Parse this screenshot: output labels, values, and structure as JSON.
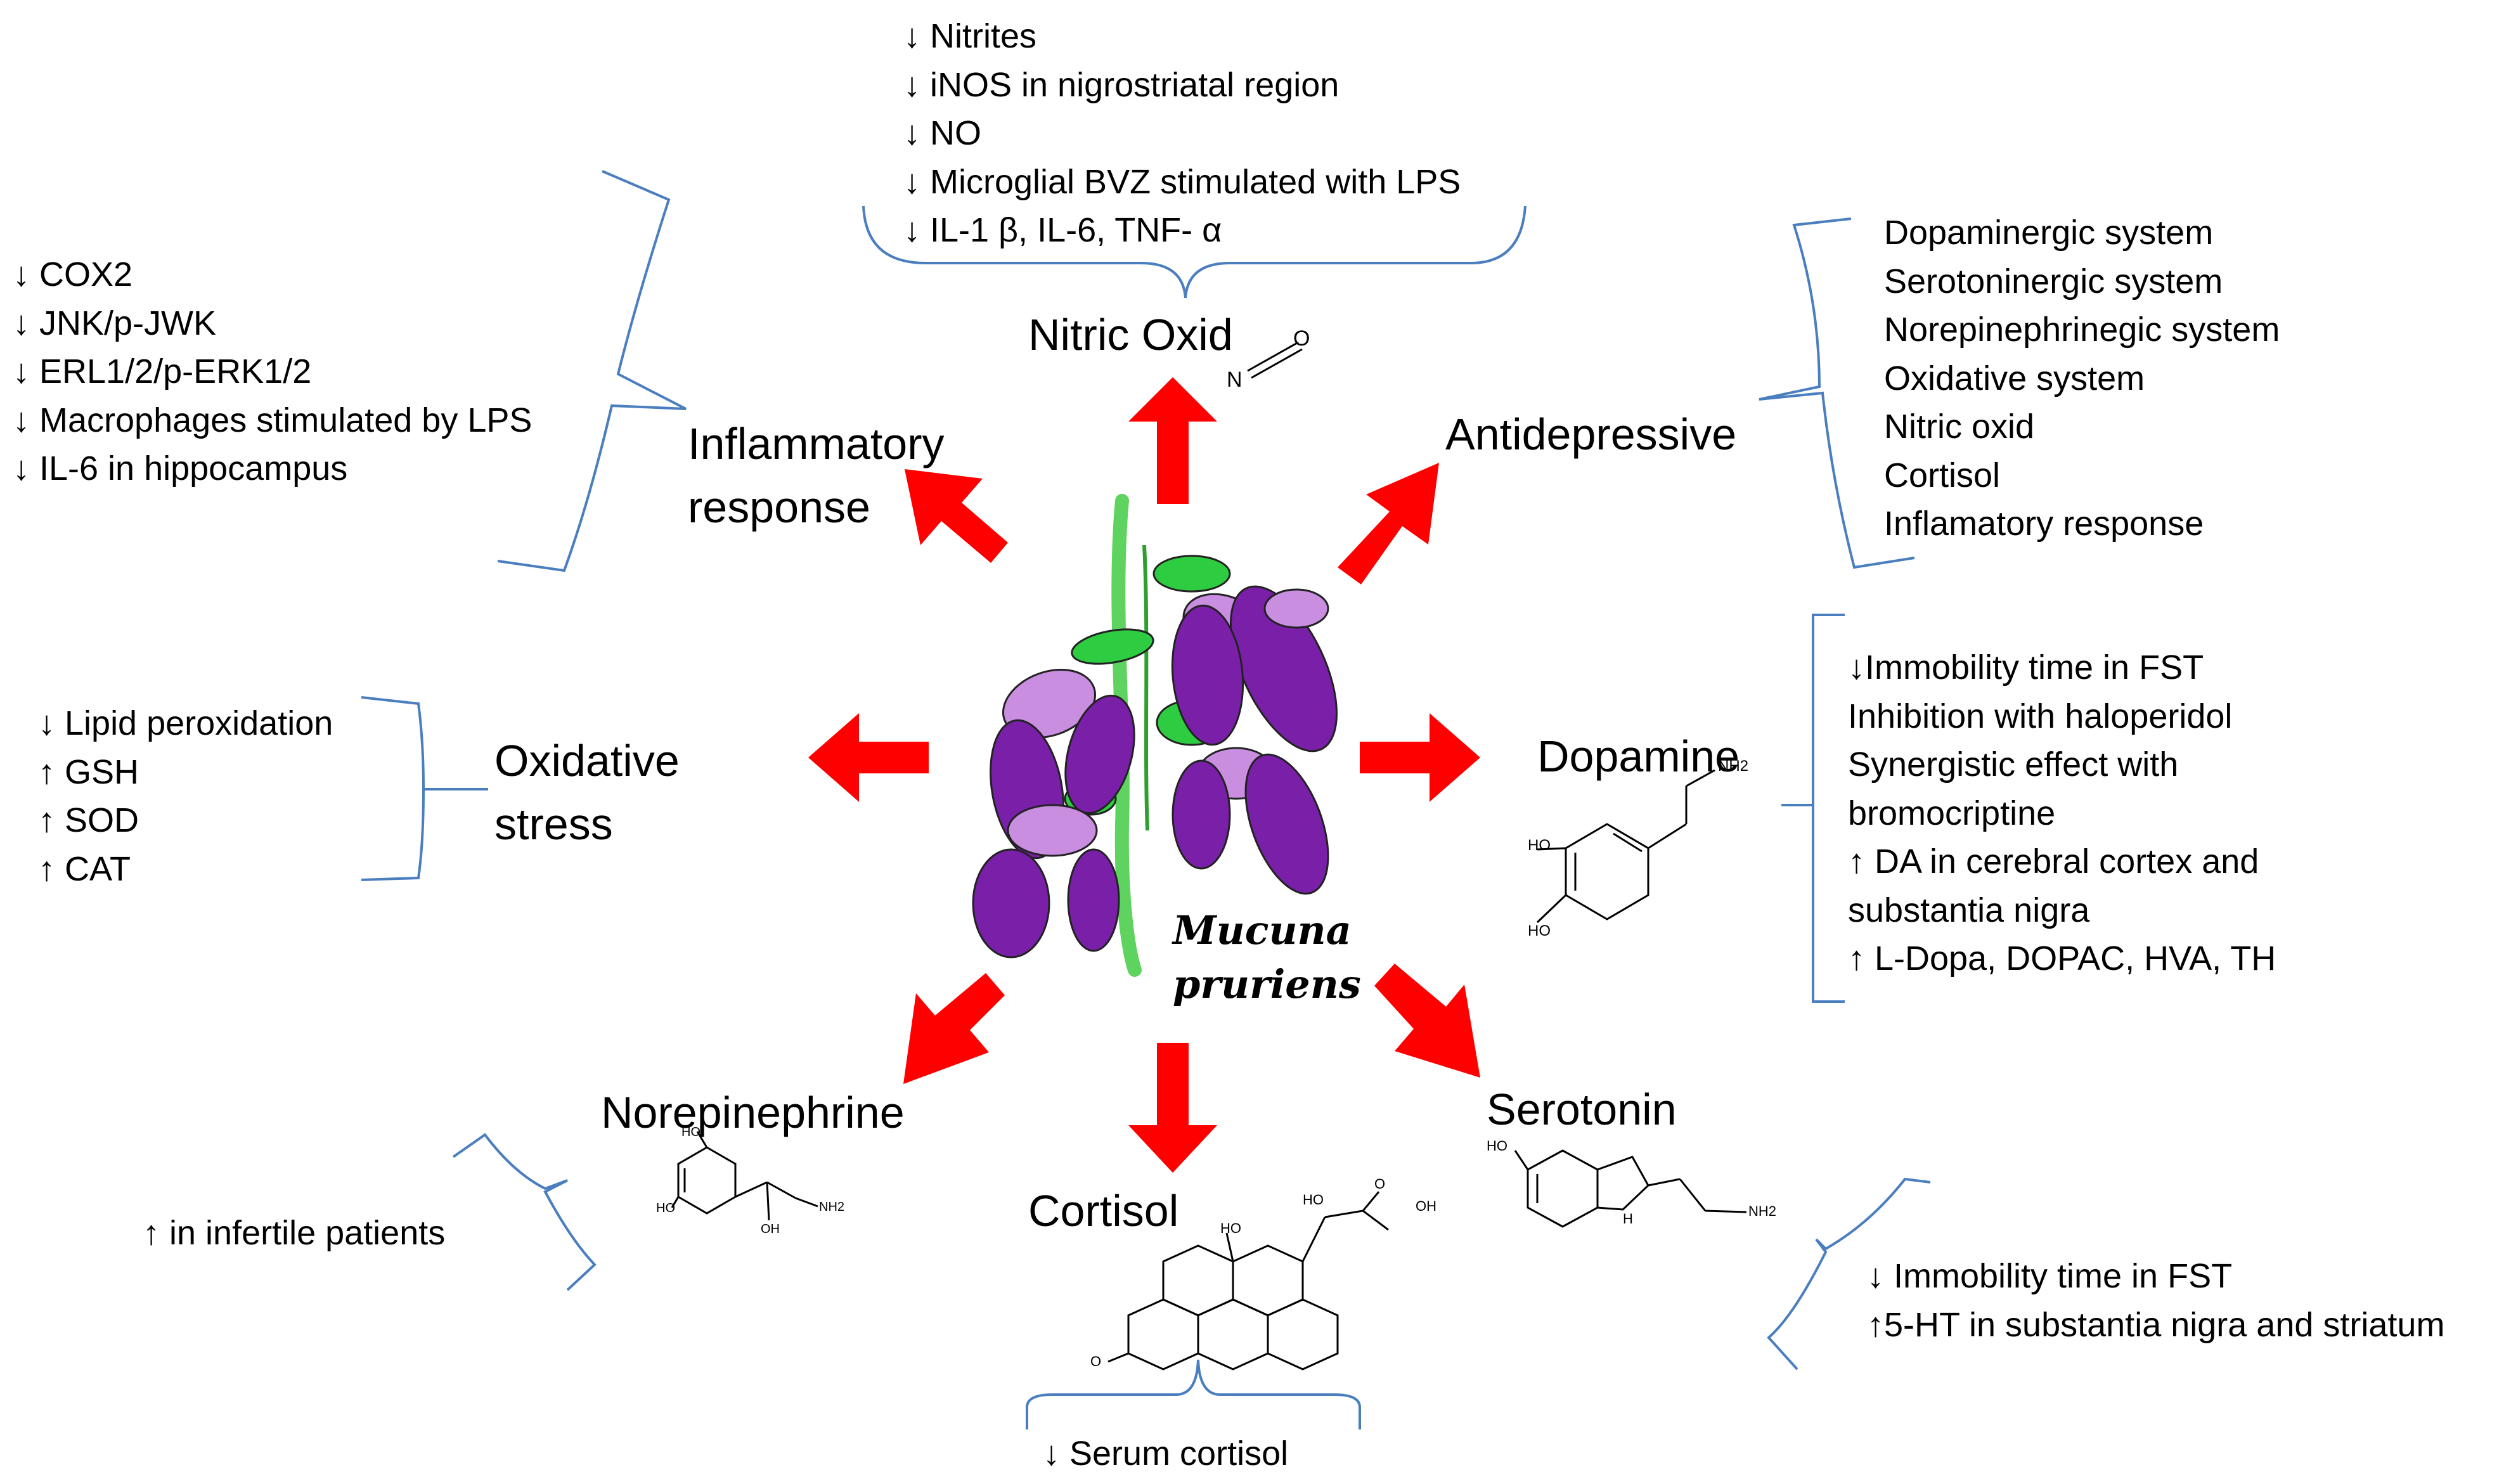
{
  "center": {
    "species_line1": "Mucuna",
    "species_line2": "pruriens"
  },
  "nitric_oxide": {
    "title": "Nitric Oxid",
    "molecule_atoms": [
      "N",
      "O"
    ],
    "effects": [
      "↓ Nitrites",
      "↓ iNOS in nigrostriatal region",
      "↓ NO",
      "↓ Microglial BVZ stimulated with LPS",
      "↓ IL-1 β, IL-6, TNF- α"
    ]
  },
  "inflammatory": {
    "title_line1": "Inflammatory",
    "title_line2": "response",
    "effects": [
      "↓ COX2",
      "↓ JNK/p-JWK",
      "↓ ERL1/2/p-ERK1/2",
      "↓ Macrophages stimulated by LPS",
      "↓ IL-6 in hippocampus"
    ]
  },
  "antidepressive": {
    "title": "Antidepressive",
    "systems": [
      "Dopaminergic system",
      "Serotoninergic system",
      "Norepinephrinegic system",
      "Oxidative system",
      "Nitric oxid",
      "Cortisol",
      "Inflamatory response"
    ]
  },
  "oxidative": {
    "title_line1": "Oxidative",
    "title_line2": "stress",
    "effects": [
      "↓ Lipid peroxidation",
      "↑ GSH",
      "↑ SOD",
      "↑ CAT"
    ]
  },
  "dopamine": {
    "title": "Dopamine",
    "molecule_labels": [
      "HO",
      "HO",
      "NH2"
    ],
    "effects": [
      "↓Immobility time in FST",
      "Inhibition with haloperidol",
      "Synergistic effect with",
      "bromocriptine",
      "↑ DA in cerebral cortex and",
      "substantia nigra",
      "↑ L-Dopa, DOPAC, HVA, TH"
    ]
  },
  "norepinephrine": {
    "title": "Norepinephrine",
    "molecule_labels": [
      "HO",
      "HO",
      "OH",
      "NH2"
    ],
    "effects": [
      "↑ in infertile patients"
    ]
  },
  "cortisol": {
    "title": "Cortisol",
    "molecule_labels": [
      "HO",
      "O",
      "OH",
      "HO",
      "O"
    ],
    "effects": [
      "↓ Serum cortisol"
    ]
  },
  "serotonin": {
    "title": "Serotonin",
    "molecule_labels": [
      "HO",
      "H",
      "NH2"
    ],
    "effects": [
      "↓ Immobility time in FST",
      "↑5-HT in substantia nigra and striatum"
    ]
  },
  "colors": {
    "arrow": "#ff0000",
    "bracket": "#4a7ebf",
    "flower_purple": "#7a1fa8",
    "flower_light": "#c98ee0",
    "leaf_green": "#2ecc40",
    "stem_green": "#5fd35f"
  }
}
